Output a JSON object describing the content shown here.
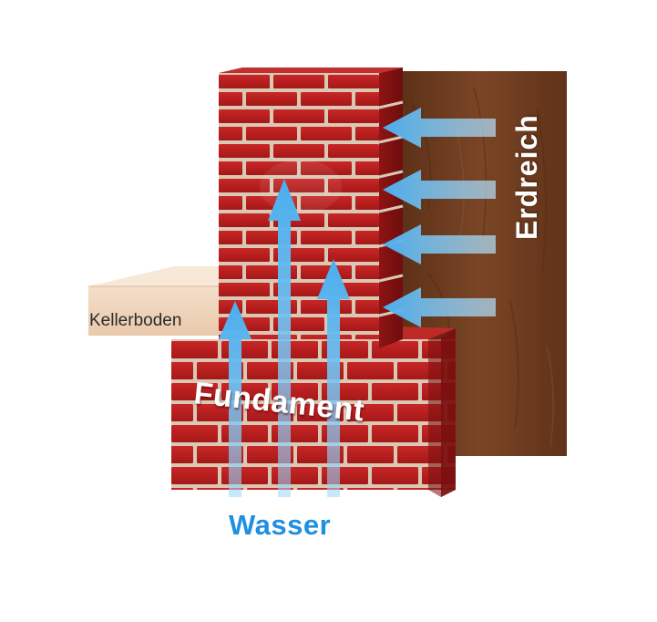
{
  "labels": {
    "kellerboden": "Kellerboden",
    "fundament": "Fundament",
    "wasser": "Wasser",
    "erdreich": "Erdreich"
  },
  "colors": {
    "brick": "#b81d1d",
    "brick_dark": "#8e1212",
    "mortar": "#d8c8b4",
    "soil": "#6b3a1d",
    "floor": "#f1d9c2",
    "arrow": "#5ab5f0",
    "water_text": "#1f8fe0"
  },
  "arrows": {
    "rising_count": 3,
    "lateral_count": 4
  }
}
